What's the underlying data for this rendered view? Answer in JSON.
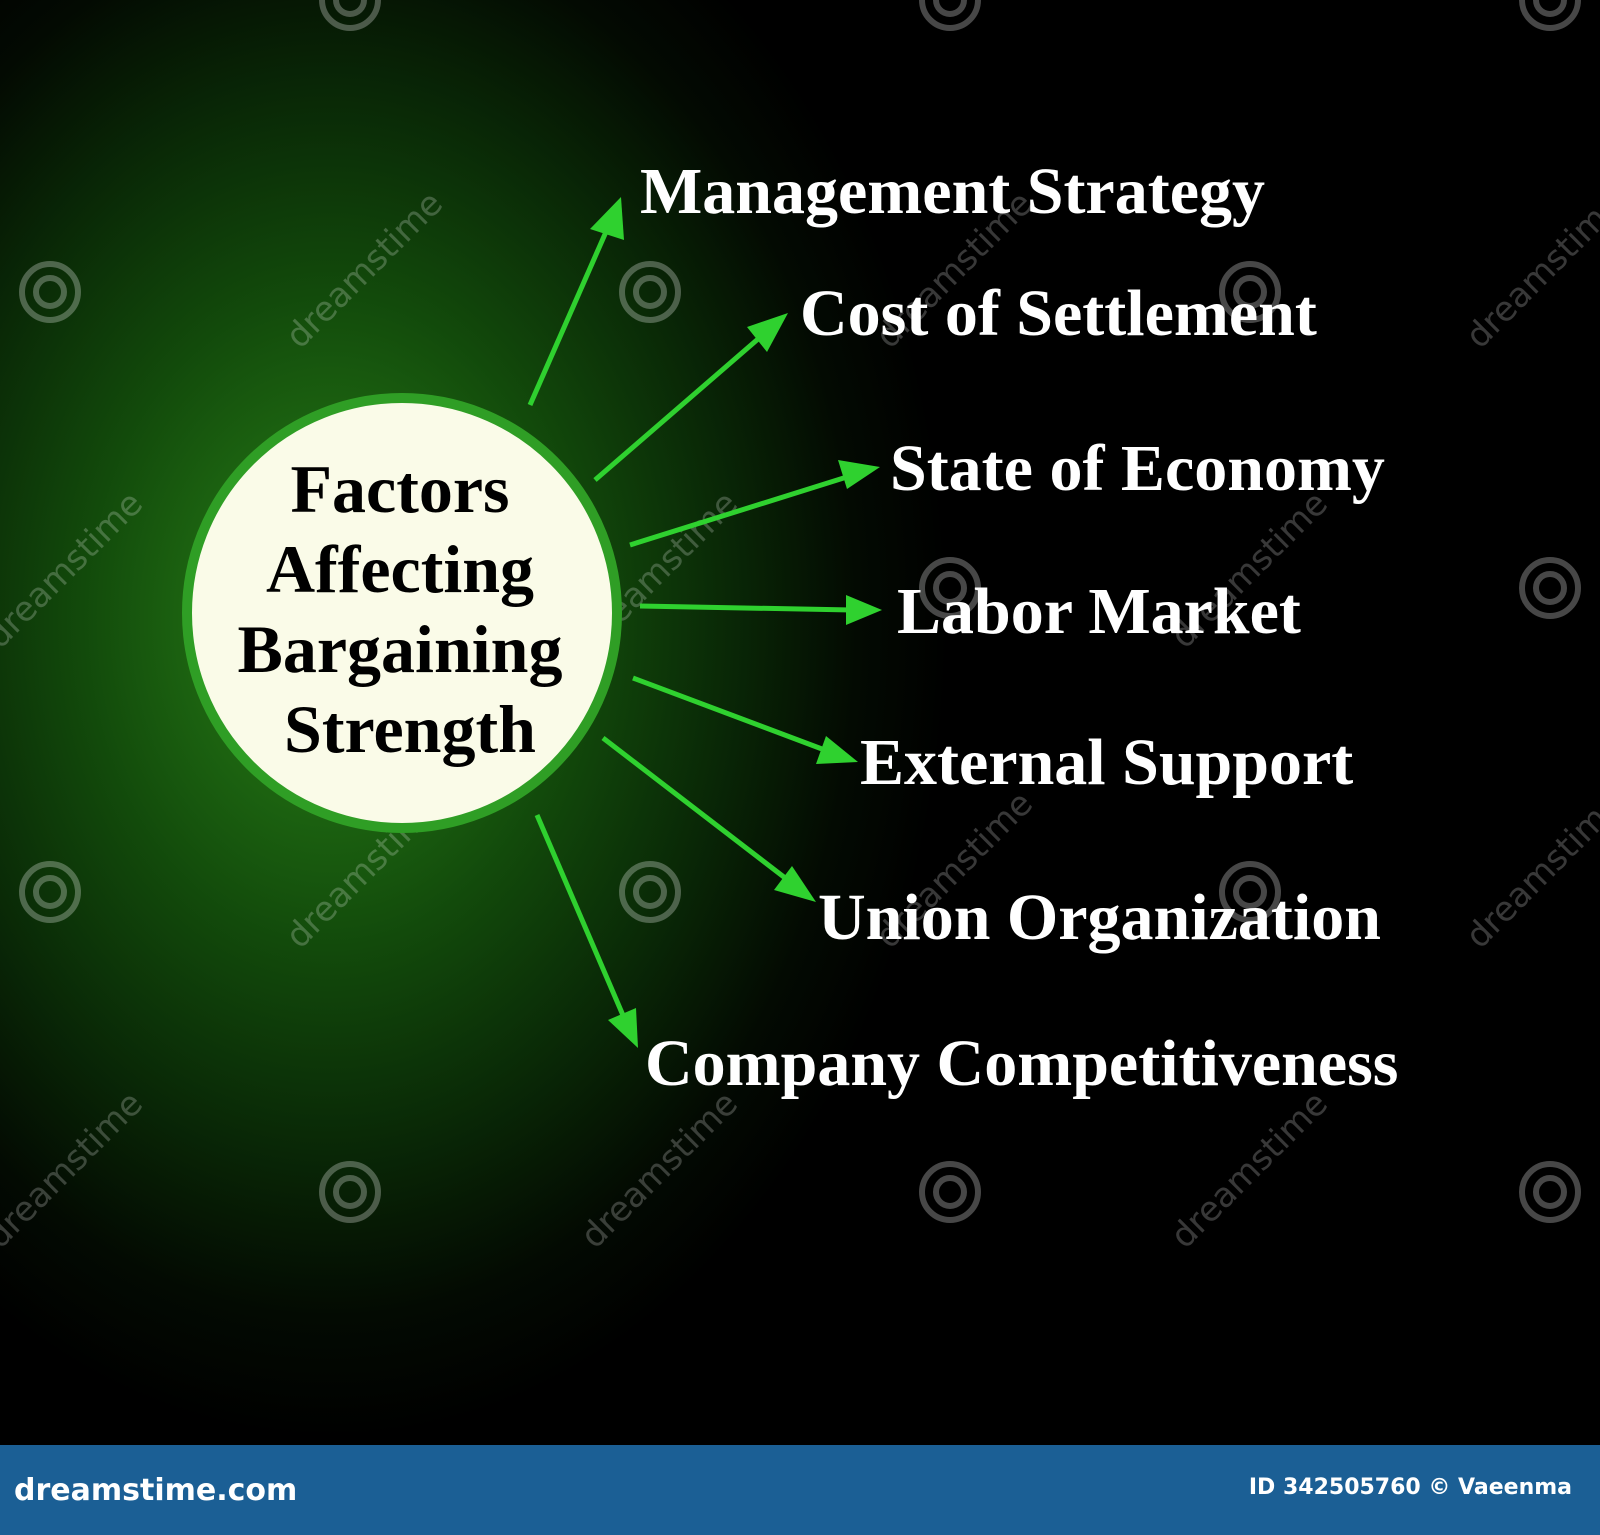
{
  "diagram": {
    "center": {
      "lines": [
        "Factors",
        "Affecting",
        "Bargaining",
        "Strength"
      ]
    },
    "factors": [
      {
        "label": "Management Strategy"
      },
      {
        "label": "Cost of Settlement"
      },
      {
        "label": "State of Economy"
      },
      {
        "label": "Labor Market"
      },
      {
        "label": "External Support"
      },
      {
        "label": "Union Organization"
      },
      {
        "label": "Company Competitiveness"
      }
    ],
    "colors": {
      "arrow": "#2fd12f",
      "circle_fill": "#fafbe8",
      "circle_border": "#2f9e25",
      "text": "#ffffff"
    }
  },
  "watermark": {
    "text": "dreamstime"
  },
  "footer": {
    "brand": "dreamstime.com",
    "credit": "ID 342505760 © Vaeenma"
  }
}
